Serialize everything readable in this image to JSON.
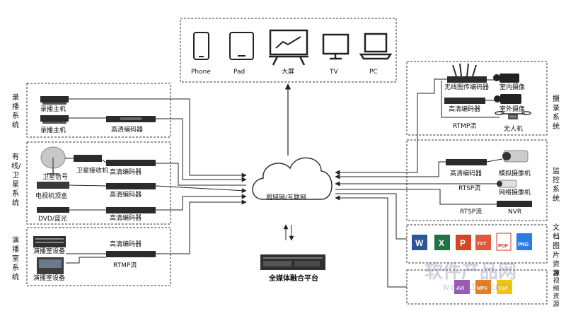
{
  "devices": {
    "phone": "Phone",
    "pad": "Pad",
    "bigscreen": "大屏",
    "tv": "TV",
    "pc": "PC"
  },
  "left_groups": {
    "record": {
      "side_label": "录播系统",
      "host1": "录播主机",
      "host2": "录播主机",
      "encoder": "高清编码器"
    },
    "satellite": {
      "side_label": "有线/卫星系统",
      "sat_signal": "卫星信号",
      "sat_receiver": "卫星接收机",
      "stb": "电视机顶盒",
      "dvd": "DVD/蓝光",
      "encoder1": "高清编码器",
      "encoder2": "高清编码器",
      "encoder3": "高清编码器"
    },
    "studio": {
      "side_label": "演播室系统",
      "device1": "演播室设备",
      "device2": "演播室设备",
      "encoder": "高清编码器",
      "stream": "RTMP流"
    }
  },
  "right_groups": {
    "capture": {
      "side_label": "摄录系统",
      "wireless_encoder": "无线图传编码器",
      "indoor_cam": "室内摄像",
      "hd_encoder": "高清编码器",
      "outdoor_cam": "室外摄像",
      "drone": "无人机",
      "stream": "RTMP流"
    },
    "monitor": {
      "side_label": "监控系统",
      "hd_encoder": "高清编码器",
      "analog_cam": "模拟摄像机",
      "rtsp1": "RTSP流",
      "ip_cam": "网络摄像机",
      "rtsp2": "RTSP流",
      "nvr": "NVR"
    },
    "docs": {
      "side_label": "文档图片资源",
      "icons": [
        "W",
        "X",
        "P",
        "TXT",
        "PDF",
        "PNG"
      ]
    },
    "media": {
      "side_label": "音视频资源",
      "icons": [
        "AVI",
        "MP4",
        "3GP"
      ]
    }
  },
  "center": {
    "cloud_label": "局域网/互联网",
    "platform_label": "全媒体融合平台"
  },
  "watermark": {
    "text": "软件产品网",
    "url": "www.ct78.com"
  },
  "colors": {
    "line": "#222222",
    "cloud_stroke": "#333333",
    "word": "#2b579a",
    "excel": "#217346",
    "ppt": "#d24726",
    "txt": "#e8543c",
    "pdf": "#d9302c",
    "png": "#2a7de1",
    "avi": "#9b59b6",
    "mp4": "#e67e22",
    "gp3": "#f1c40f"
  }
}
